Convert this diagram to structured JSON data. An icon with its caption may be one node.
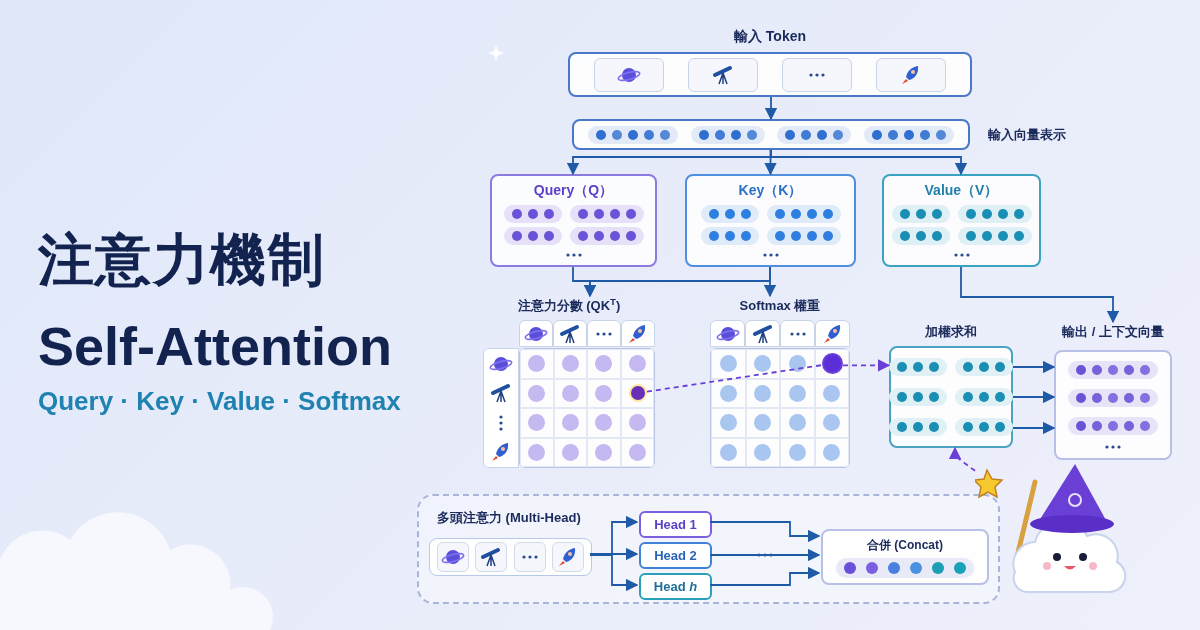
{
  "diagram": {
    "nodes": [
      {
        "text": [
          "輸入 Token"
        ]
      },
      {
        "text": [],
        "shape": "bar",
        "beside": [
          "輸入向量表示"
        ]
      },
      {
        "text": [
          "Query（Q）"
        ]
      },
      {
        "text": [
          "Key（K）"
        ]
      },
      {
        "text": [
          "Value（V）"
        ]
      },
      {
        "text": [
          "注意力分數 (QK$^{T}$)"
        ]
      },
      {
        "text": [
          "Softmax 權重"
        ]
      },
      {
        "text": [
          "加權求和"
        ]
      },
      {
        "text": [
          "輸出 / 上下文向量"
        ]
      },
      {
        "text": [
          "多頭注意力 (Multi-Head)"
        ]
      },
      {
        "text": [],
        "shape": "box",
        "in": 9
      },
      {
        "text": [
          "Head 1"
        ],
        "in": 9
      },
      {
        "text": [
          "Head 2"
        ],
        "in": 9
      },
      {
        "text": [
          "Head *h*"
        ],
        "in": 9
      },
      {
        "text": [
          "合併 (Concat)"
        ],
        "in": 9
      },
      {
        "text": [],
        "shape": "picture"
      },
      {
        "text": [],
        "shape": "circle",
        "in": 5
      },
      {
        "text": [],
        "shape": "circle",
        "in": 6
      }
    ],
    "edges": [
      {
        "from": 0,
        "to": 1,
        "arrow": "to"
      },
      {
        "from": 1,
        "to": 2,
        "arrow": "to"
      },
      {
        "from": 1,
        "to": 3,
        "arrow": "to"
      },
      {
        "from": 1,
        "to": 4,
        "arrow": "to"
      },
      {
        "from": 2,
        "to": 5,
        "arrow": "to"
      },
      {
        "from": 3,
        "to": 5,
        "arrow": "to"
      },
      {
        "from": 3,
        "to": 6,
        "arrow": "to"
      },
      {
        "from": 4,
        "to": 8,
        "arrow": "to"
      },
      {
        "from": 7,
        "to": 8,
        "arrow": "to"
      },
      {
        "from": 7,
        "to": 8,
        "arrow": "to"
      },
      {
        "from": 7,
        "to": 8,
        "arrow": "to"
      },
      {
        "from": 15,
        "to": 7,
        "arrow": "to",
        "style": "dashed",
        "color": "#6a3fd6"
      },
      {
        "from": 16,
        "to": 17,
        "arrow": "none",
        "style": "dashed",
        "color": "#6a3fd6"
      },
      {
        "from": 17,
        "to": 7,
        "arrow": "to",
        "style": "dashed",
        "color": "#6a3fd6"
      },
      {
        "from": 10,
        "to": 11,
        "arrow": "to"
      },
      {
        "from": 10,
        "to": 12,
        "arrow": "to"
      },
      {
        "from": 10,
        "to": 13,
        "arrow": "to"
      },
      {
        "from": 11,
        "to": 14,
        "arrow": "to"
      },
      {
        "from": 12,
        "to": 14,
        "arrow": "to"
      },
      {
        "from": 13,
        "to": 14,
        "arrow": "to"
      }
    ],
    "labels": [
      "注意力機制",
      "Self-Attention",
      "Query · Key · Value · Softmax"
    ]
  }
}
